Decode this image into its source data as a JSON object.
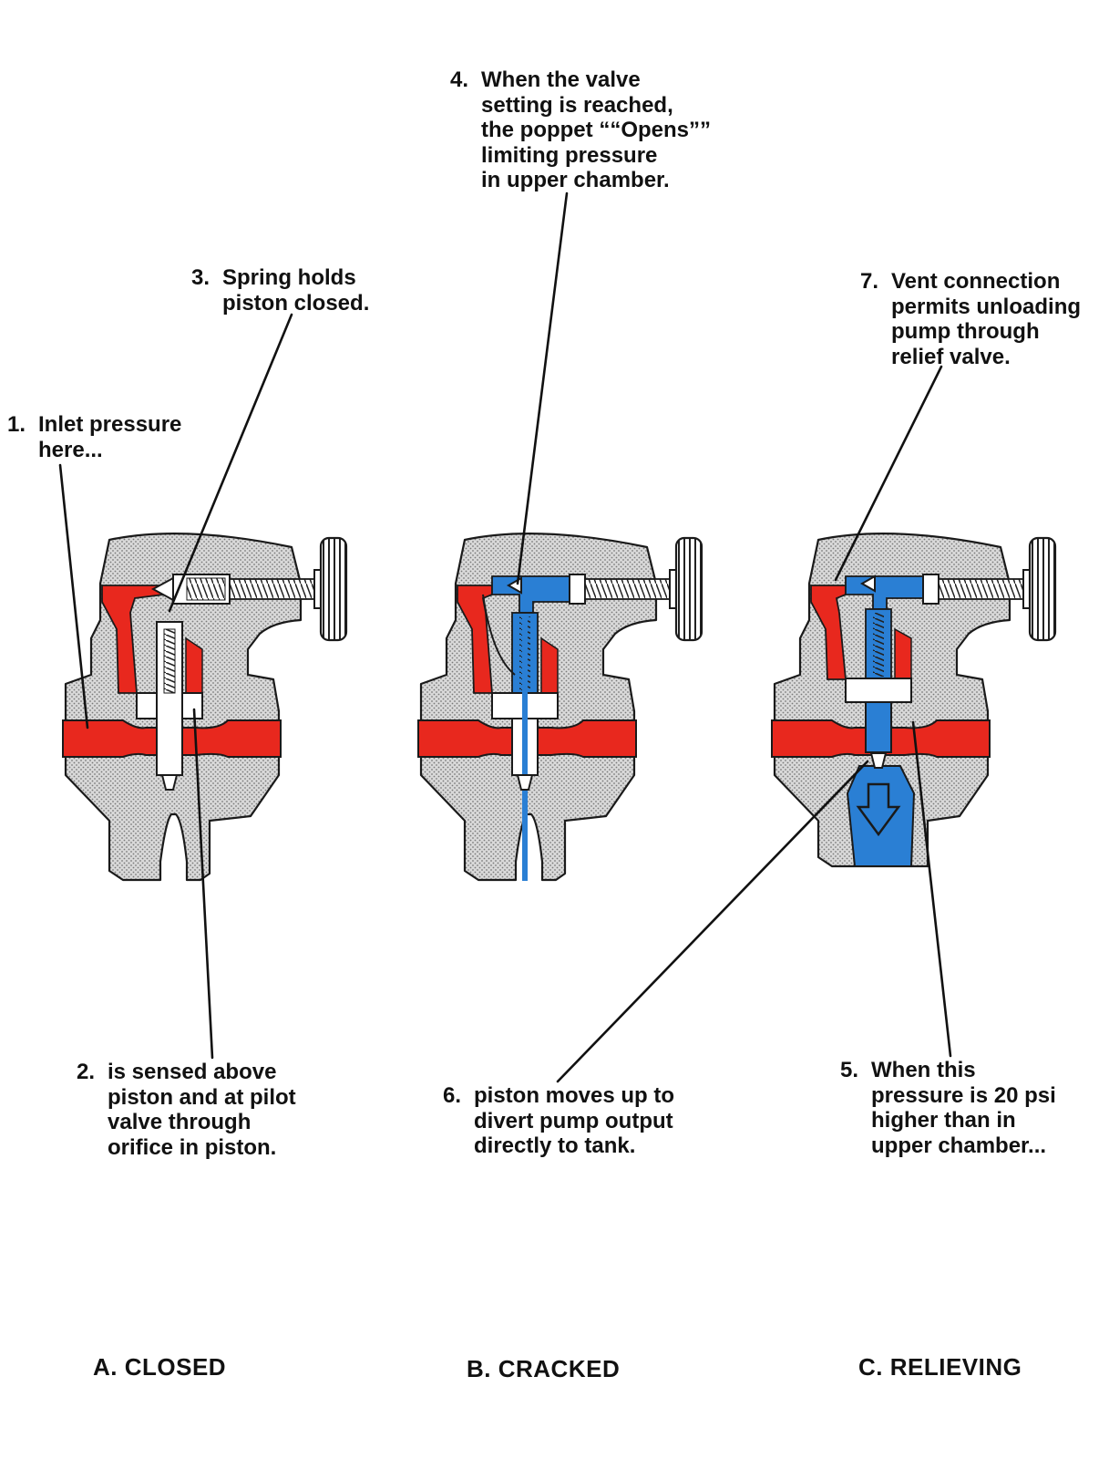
{
  "colors": {
    "pressure_red": "#e8281e",
    "tank_blue": "#2a7fd4",
    "body_gray": "#d4d4d4",
    "outline": "#1a1a1a"
  },
  "callouts": {
    "c1": {
      "num": "1.",
      "lines": [
        "Inlet pressure",
        "here..."
      ]
    },
    "c2": {
      "num": "2.",
      "lines": [
        "is sensed above",
        "piston and at pilot",
        "valve through",
        "orifice in piston."
      ]
    },
    "c3": {
      "num": "3.",
      "lines": [
        "Spring holds",
        "piston closed."
      ]
    },
    "c4": {
      "num": "4.",
      "lines": [
        "When the valve",
        "setting is reached,",
        "the poppet ““Opens””",
        "limiting pressure",
        "in upper chamber."
      ]
    },
    "c5": {
      "num": "5.",
      "lines": [
        "When this",
        "pressure is 20 psi",
        "higher than in",
        "upper chamber..."
      ]
    },
    "c6": {
      "num": "6.",
      "lines": [
        "piston moves up to",
        "divert pump output",
        "directly to tank."
      ]
    },
    "c7": {
      "num": "7.",
      "lines": [
        "Vent connection",
        "permits unloading",
        "pump through",
        "relief valve."
      ]
    }
  },
  "captions": {
    "a": "A.  CLOSED",
    "b": "B.  CRACKED",
    "c": "C.  RELIEVING"
  }
}
